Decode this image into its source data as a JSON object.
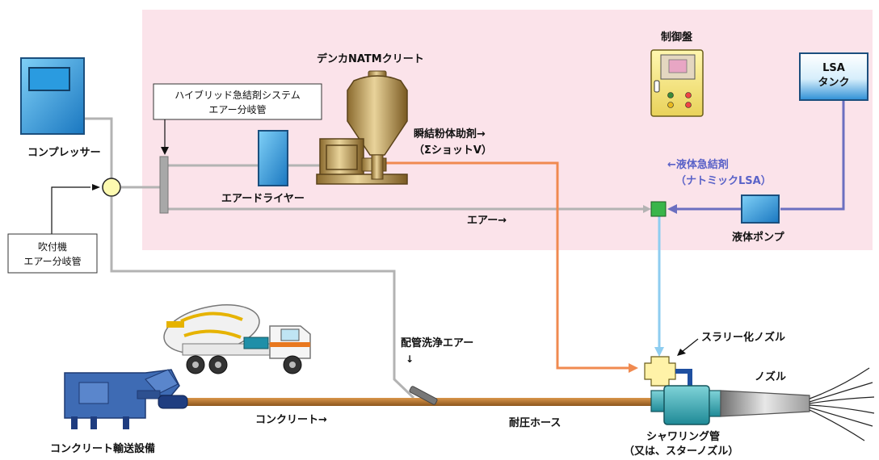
{
  "labels": {
    "compressor": "コンプレッサー",
    "hybrid_line1": "ハイブリッド急結剤システム",
    "hybrid_line2": "エアー分岐管",
    "denka": "デンカNATMクリート",
    "control_panel": "制御盤",
    "lsa_line1": "LSA",
    "lsa_line2": "タンク",
    "dryer": "エアードライヤー",
    "powder_line1": "瞬結粉体助剤→",
    "powder_line2": "（ΣショットV）",
    "liquid_line1": "←液体急結剤",
    "liquid_line2": "（ナトミックLSA）",
    "air": "エアー→",
    "pump": "液体ポンプ",
    "sprayer_line1": "吹付機",
    "sprayer_line2": "エアー分岐管",
    "pipe_wash": "配管洗浄エアー",
    "slurry": "スラリー化ノズル",
    "nozzle": "ノズル",
    "concrete": "コンクリート→",
    "pressure_hose": "耐圧ホース",
    "transport": "コンクリート輸送設備",
    "shower_line1": "シャワリング管",
    "shower_line2": "（又は、スターノズル）"
  },
  "colors": {
    "zone": "#fbe3ea",
    "air_line": "#b3b3b3",
    "powder_line": "#f08a50",
    "liquid_line": "#6b6fc0",
    "light_blue_line": "#8ecdf0",
    "concrete_hose": "#b5732e",
    "label_blue": "#5a62c8"
  }
}
